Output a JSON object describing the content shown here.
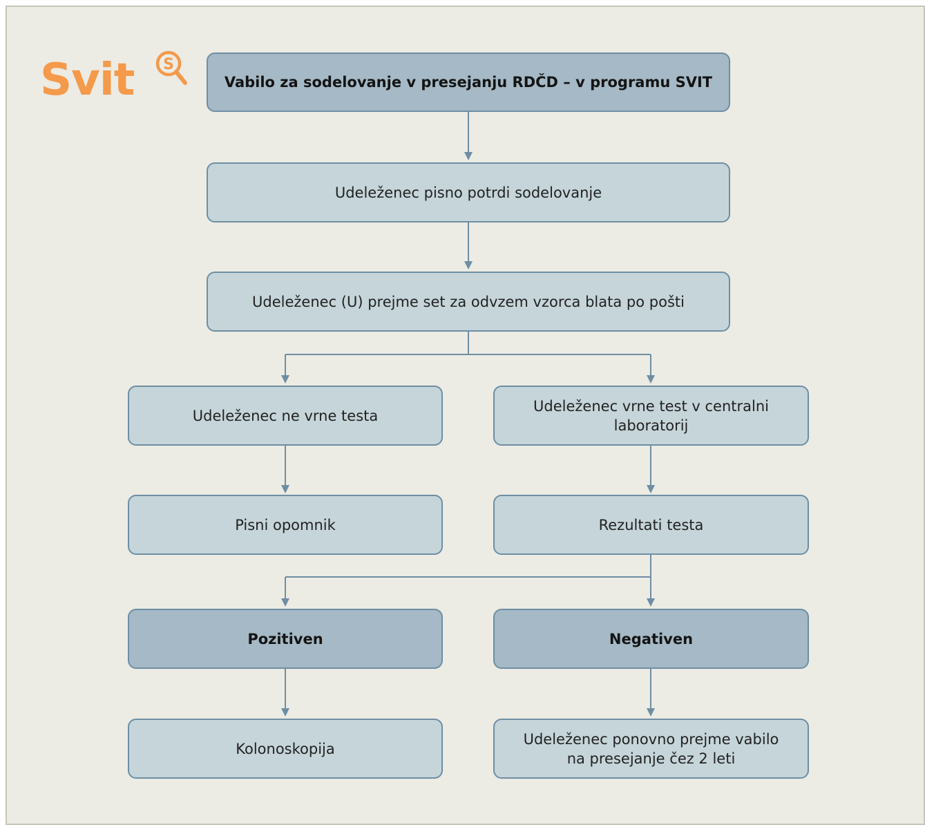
{
  "logo": {
    "text": "Svit",
    "icon": "magnifier-s-icon",
    "color": "#f49a4a"
  },
  "colors": {
    "background": "#ecebe4",
    "node_fill": "#c5d5da",
    "node_fill_dark": "#a5b9c6",
    "node_border": "#6e8ea3",
    "arrow": "#6e8ea3"
  },
  "nodes": {
    "invitation": "Vabilo za sodelovanje v presejanju RDČD – v programu SVIT",
    "confirm": "Udeleženec pisno potrdi sodelovanje",
    "receive_kit": "Udeleženec (U) prejme set za odvzem vzorca blata po pošti",
    "no_test": "Udeleženec ne vrne testa",
    "returns_test": "Udeleženec vrne test v centralni laboratorij",
    "reminder": "Pisni opomnik",
    "results": "Rezultati testa",
    "positive": "Pozitiven",
    "negative": "Negativen",
    "colonoscopy": "Kolonoskopija",
    "reinvite_line1": "Udeleženec ponovno prejme vabilo",
    "reinvite_line2": "na presejanje čez 2 leti"
  }
}
